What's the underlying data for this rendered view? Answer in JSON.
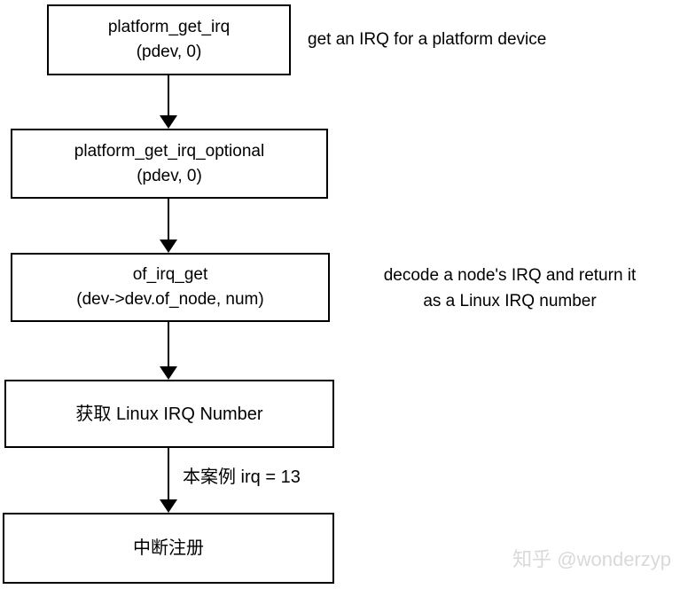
{
  "diagram": {
    "title_hint": "Linux platform IRQ acquisition flow",
    "boxes": [
      {
        "line1": "platform_get_irq",
        "line2": "(pdev, 0)"
      },
      {
        "line1": "platform_get_irq_optional",
        "line2": "(pdev, 0)"
      },
      {
        "line1": "of_irq_get",
        "line2": "(dev->dev.of_node, num)"
      },
      {
        "line1": "获取 Linux IRQ Number"
      },
      {
        "line1": "中断注册"
      }
    ],
    "annotations": {
      "box1_note": "get an IRQ for a platform device",
      "box3_note_line1": "decode a node's IRQ and return it",
      "box3_note_line2": "as a Linux IRQ number",
      "arrow4_label": "本案例 irq = 13"
    },
    "watermark": "知乎 @wonderzyp",
    "colors": {
      "background": "#ffffff",
      "box_border": "#000000",
      "text": "#000000",
      "arrow": "#000000",
      "watermark": "#d9d9d9"
    }
  }
}
